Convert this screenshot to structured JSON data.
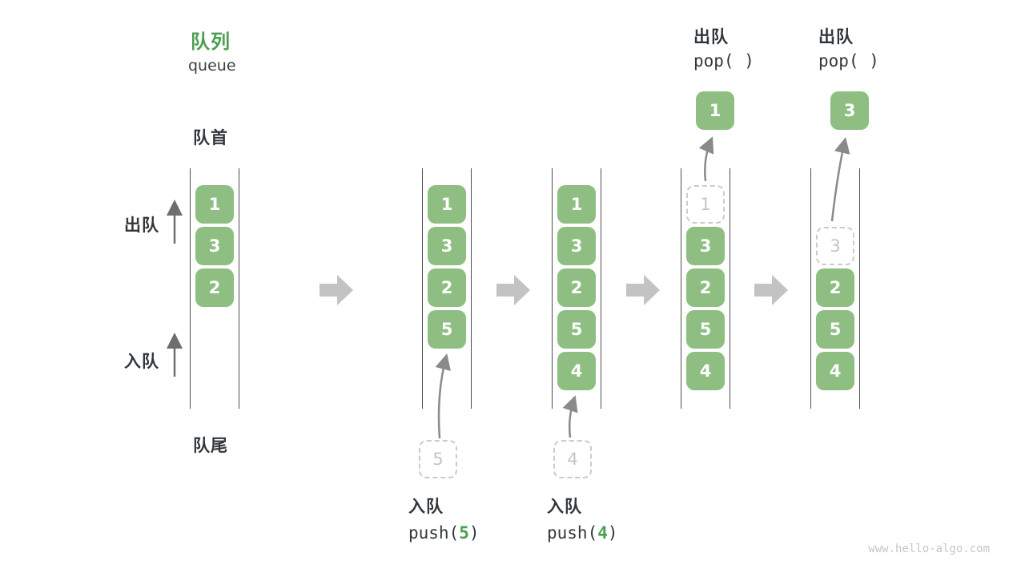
{
  "title": {
    "zh": "队列",
    "en": "queue"
  },
  "side_labels": {
    "front": "队首",
    "rear": "队尾",
    "dequeue": "出队",
    "enqueue": "入队"
  },
  "colors": {
    "box_green": "#8FBE83",
    "accent_green": "#4C9E50",
    "text_dark": "#31373C",
    "block_arrow_gray": "#C3C3C3",
    "dashed_border": "#CBCBCB",
    "dashed_text": "#C4C4C4",
    "column_line": "#4F4F4F",
    "curve_arrow": "#8A8A8A",
    "watermark_gray": "#C6C6C6"
  },
  "states": [
    {
      "slots": [
        {
          "row": 0,
          "value": "1",
          "variant": "solid"
        },
        {
          "row": 1,
          "value": "3",
          "variant": "solid"
        },
        {
          "row": 2,
          "value": "2",
          "variant": "solid"
        }
      ]
    },
    {
      "slots": [
        {
          "row": 0,
          "value": "1",
          "variant": "solid"
        },
        {
          "row": 1,
          "value": "3",
          "variant": "solid"
        },
        {
          "row": 2,
          "value": "2",
          "variant": "solid"
        },
        {
          "row": 3,
          "value": "5",
          "variant": "solid"
        }
      ],
      "incoming_value": "5",
      "op": {
        "label": "入队",
        "code_fn": "push(",
        "code_arg": "5",
        "code_close": ")"
      }
    },
    {
      "slots": [
        {
          "row": 0,
          "value": "1",
          "variant": "solid"
        },
        {
          "row": 1,
          "value": "3",
          "variant": "solid"
        },
        {
          "row": 2,
          "value": "2",
          "variant": "solid"
        },
        {
          "row": 3,
          "value": "5",
          "variant": "solid"
        },
        {
          "row": 4,
          "value": "4",
          "variant": "solid"
        }
      ],
      "incoming_value": "4",
      "op": {
        "label": "入队",
        "code_fn": "push(",
        "code_arg": "4",
        "code_close": ")"
      }
    },
    {
      "slots": [
        {
          "row": 0,
          "value": "1",
          "variant": "dashed"
        },
        {
          "row": 1,
          "value": "3",
          "variant": "solid"
        },
        {
          "row": 2,
          "value": "2",
          "variant": "solid"
        },
        {
          "row": 3,
          "value": "5",
          "variant": "solid"
        },
        {
          "row": 4,
          "value": "4",
          "variant": "solid"
        }
      ],
      "outgoing_value": "1",
      "op": {
        "label": "出队",
        "code": "pop( )"
      }
    },
    {
      "slots": [
        {
          "row": 1,
          "value": "3",
          "variant": "dashed"
        },
        {
          "row": 2,
          "value": "2",
          "variant": "solid"
        },
        {
          "row": 3,
          "value": "5",
          "variant": "solid"
        },
        {
          "row": 4,
          "value": "4",
          "variant": "solid"
        }
      ],
      "outgoing_value": "3",
      "op": {
        "label": "出队",
        "code": "pop( )"
      }
    }
  ],
  "watermark": "www.hello-algo.com"
}
